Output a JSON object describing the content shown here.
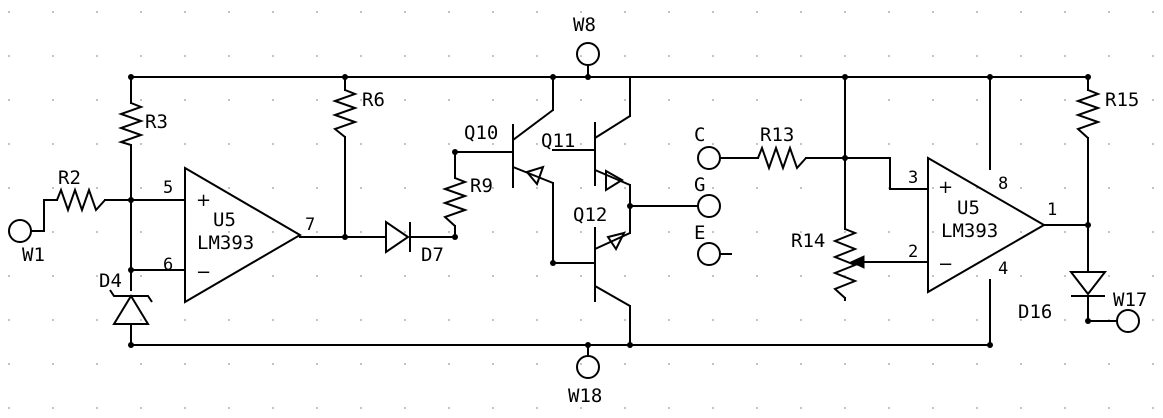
{
  "labels": {
    "w1": "W1",
    "w8": "W8",
    "w17": "W17",
    "w18": "W18",
    "r2": "R2",
    "r3": "R3",
    "r6": "R6",
    "r9": "R9",
    "r13": "R13",
    "r14": "R14",
    "r15": "R15",
    "d4": "D4",
    "d7": "D7",
    "d16": "D16",
    "q10": "Q10",
    "q11": "Q11",
    "q12": "Q12",
    "c": "C",
    "g": "G",
    "e": "E"
  },
  "ic_left": {
    "ref": "U5",
    "part": "LM393",
    "plus": "+",
    "minus": "−",
    "pin_plus": "5",
    "pin_minus": "6",
    "pin_out": "7"
  },
  "ic_right": {
    "ref": "U5",
    "part": "LM393",
    "plus": "+",
    "minus": "−",
    "pin_plus": "3",
    "pin_minus": "2",
    "pin_out": "1",
    "pin_vcc": "8",
    "pin_gnd": "4"
  }
}
